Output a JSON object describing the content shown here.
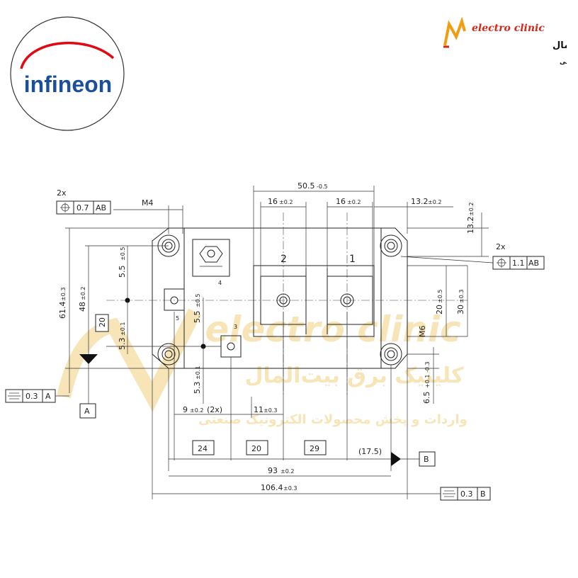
{
  "brand": {
    "infineon": "infineon",
    "electro_clinic_en": "electro clinic",
    "electro_clinic_fa": "کلینیک برق بیت‌المال",
    "electro_clinic_sub": "واردات و پخش محصولات الکترونیک صنعتی",
    "colors": {
      "infineon_blue": "#1a4f9c",
      "infineon_red": "#e30613",
      "clinic_orange": "#f39c12",
      "clinic_red": "#d62718"
    }
  },
  "watermark": {
    "en": "electro clinic",
    "fa": "کلینیک برق بیت‌المال",
    "sub": "واردات و پخش محصولات الکترونیک صنعتی"
  },
  "dims": {
    "top_50_5": "50.5",
    "top_50_5_tol": "-0.5",
    "left_16": "16",
    "right_16": "16",
    "tol_02": "±0.2",
    "r_13_2": "13.2",
    "m4": "M4",
    "m6": "M6",
    "h_61_4": "61.4",
    "tol_03": "±0.3",
    "h_48": "48",
    "h_5_5a": "5.5",
    "h_5_5b": "5.5",
    "tol_05": "±0.5",
    "h_5_3a": "5.3",
    "h_5_3b": "5.3",
    "tol_01": "±0.1",
    "box_20": "20",
    "r_20": "20",
    "r_30": "30",
    "r_6_5": "6.5",
    "tol_6_5": "+0.1 -0.3",
    "d_9": "9",
    "d_9_suffix": "(2x)",
    "d_11": "11",
    "box_24": "24",
    "box_20b": "20",
    "box_29": "29",
    "d_17_5": "(17.5)",
    "d_93": "93",
    "d_106_4": "106.4"
  },
  "callouts": {
    "twox_top": "2x",
    "twox_right": "2x",
    "fcf_top_value": "0.7",
    "fcf_top_ref": "AB",
    "fcf_right_value": "1.1",
    "fcf_right_ref": "AB",
    "fcf_a_value": "0.3",
    "fcf_a_ref": "A",
    "fcf_b_value": "0.3",
    "fcf_b_ref": "B",
    "datum_a": "A",
    "datum_b": "B"
  },
  "terminals": {
    "t1": "1",
    "t2": "2",
    "t3": "3",
    "t4": "4",
    "t5": "5"
  }
}
